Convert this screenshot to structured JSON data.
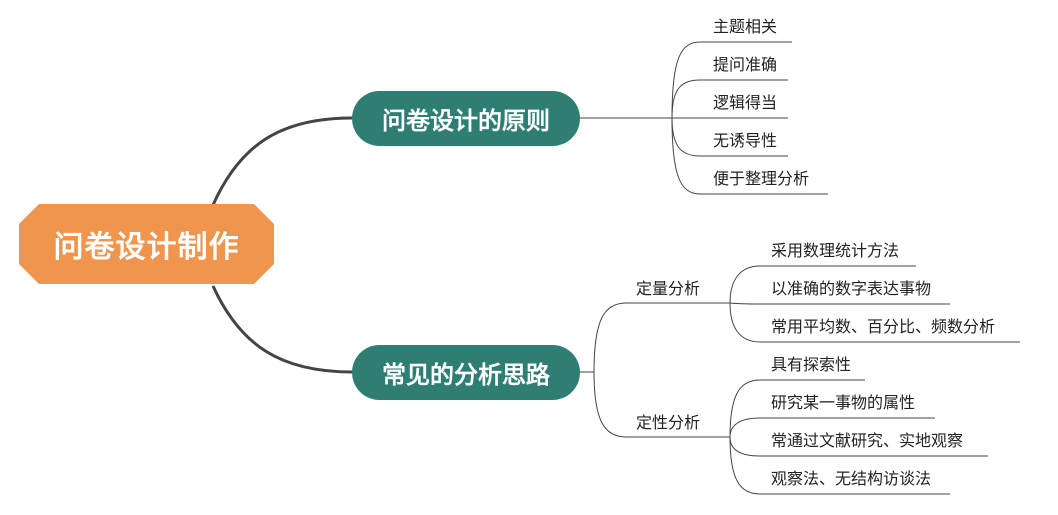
{
  "central_topic": "问卷设计制作",
  "branches": [
    {
      "label": "问卷设计的原则",
      "items": [
        "主题相关",
        "提问准确",
        "逻辑得当",
        "无诱导性",
        "便于整理分析"
      ]
    },
    {
      "label": "常见的分析思路",
      "groups": [
        {
          "label": "定量分析",
          "items": [
            "采用数理统计方法",
            "以准确的数字表达事物",
            "常用平均数、百分比、频数分析"
          ]
        },
        {
          "label": "定性分析",
          "items": [
            "具有探索性",
            "研究某一事物的属性",
            "常通过文献研究、实地观察",
            "观察法、无结构访谈法"
          ]
        }
      ]
    }
  ],
  "colors": {
    "central": "#F0954E",
    "topic": "#2E7E73",
    "line": "#444444"
  }
}
